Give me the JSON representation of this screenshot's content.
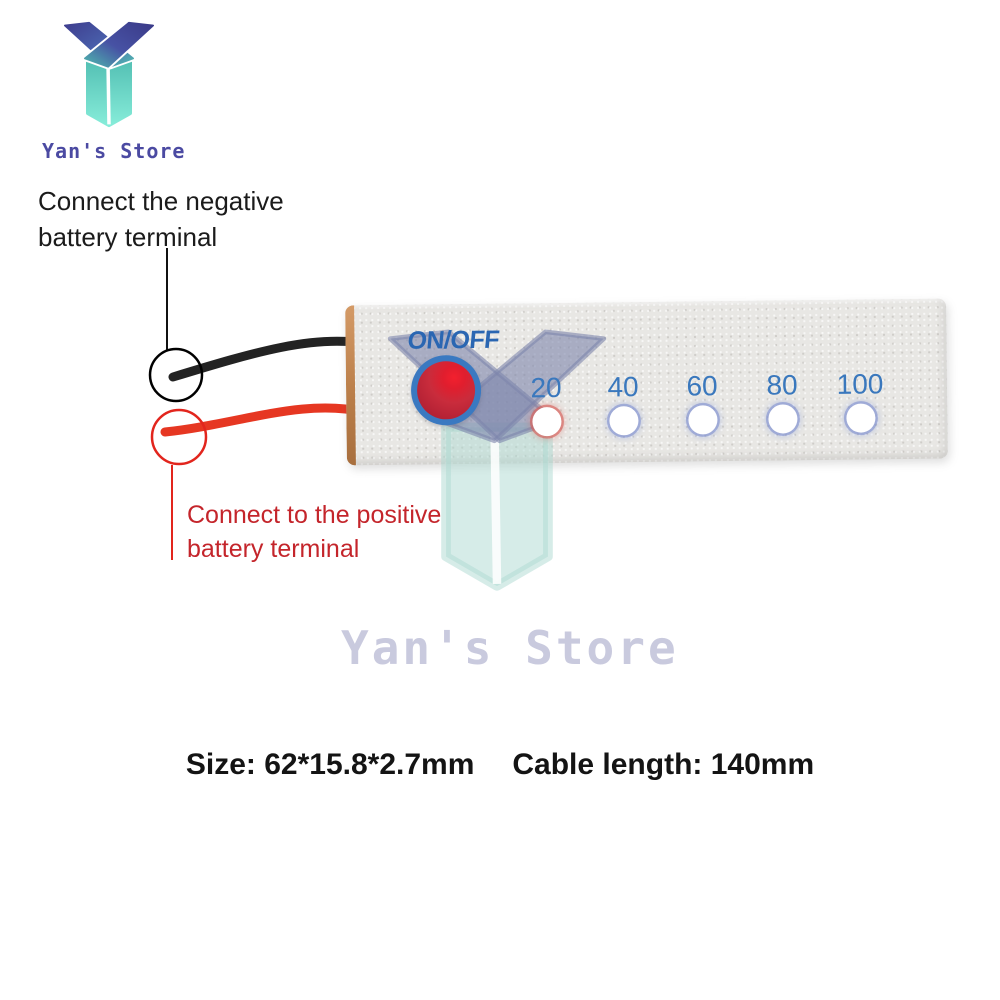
{
  "image_type": "product-photo",
  "brand": {
    "name": "Yan's Store",
    "text_color": "#4b4aa2",
    "logo_colors": {
      "arm_indigo": "#3e3d8e",
      "arm_blue": "#4a63ae",
      "arm_teal": "#52bcb1",
      "stem_teal_top": "#54c0b4",
      "stem_teal_bottom": "#86ecd9"
    }
  },
  "callouts": {
    "negative": {
      "line1": "Connect the negative",
      "line2": "battery terminal",
      "text_color": "#1b1b1b",
      "marker_color": "#000000",
      "wire_color": "#232323"
    },
    "positive": {
      "line1": "Connect to the positive",
      "line2": "battery terminal",
      "text_color": "#c4252b",
      "marker_color": "#e2251d",
      "wire_color": "#e63722"
    }
  },
  "board": {
    "power_label": "ON/OFF",
    "power_label_color": "#2a66b2",
    "face_color": "#e8e7e4",
    "edge_color": "#bf8251",
    "button": {
      "ring_color": "#3a79c1",
      "fill_color": "#c92c3c"
    },
    "level_label_color": "#3a78bd",
    "levels": [
      {
        "label": "20",
        "ring": "red"
      },
      {
        "label": "40",
        "ring": "blue"
      },
      {
        "label": "60",
        "ring": "blue"
      },
      {
        "label": "80",
        "ring": "blue"
      },
      {
        "label": "100",
        "ring": "blue"
      }
    ]
  },
  "watermark": {
    "text": "Yan's Store",
    "text_color": "#c9cade"
  },
  "specs": {
    "size": "Size: 62*15.8*2.7mm",
    "cable_length": "Cable length: 140mm",
    "text_color": "#141414"
  }
}
